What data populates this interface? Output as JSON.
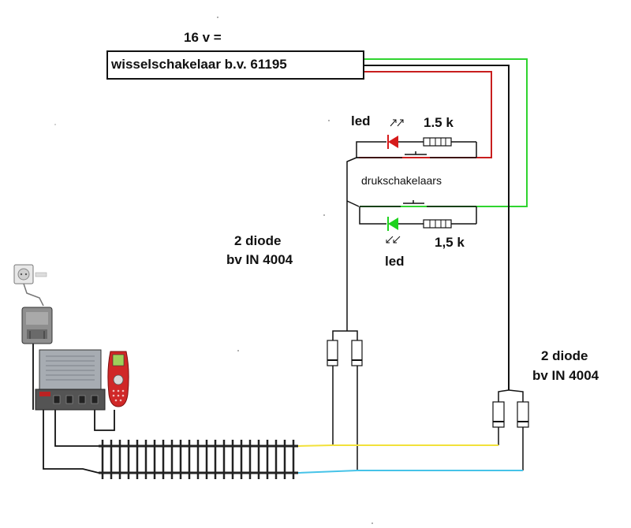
{
  "supply": {
    "voltage_label": "16 v ="
  },
  "switch_box": {
    "label": "wisselschakelaar b.v. 61195"
  },
  "red_branch": {
    "led_label": "led",
    "resistor_label": "1.5 k"
  },
  "push_buttons": {
    "label": "drukschakelaars"
  },
  "green_branch": {
    "led_label": "led",
    "resistor_label": "1,5 k"
  },
  "diode_pair_left": {
    "line1": "2 diode",
    "line2": "bv IN 4004"
  },
  "diode_pair_right": {
    "line1": "2 diode",
    "line2": "bv IN 4004"
  },
  "wire_colors": {
    "green": "#2fd42f",
    "red": "#c81e1e",
    "black": "#111111",
    "yellow": "#f2e13a",
    "cyan": "#46c3e8",
    "led_red": "#d61b1b",
    "led_green": "#1ed21e"
  }
}
